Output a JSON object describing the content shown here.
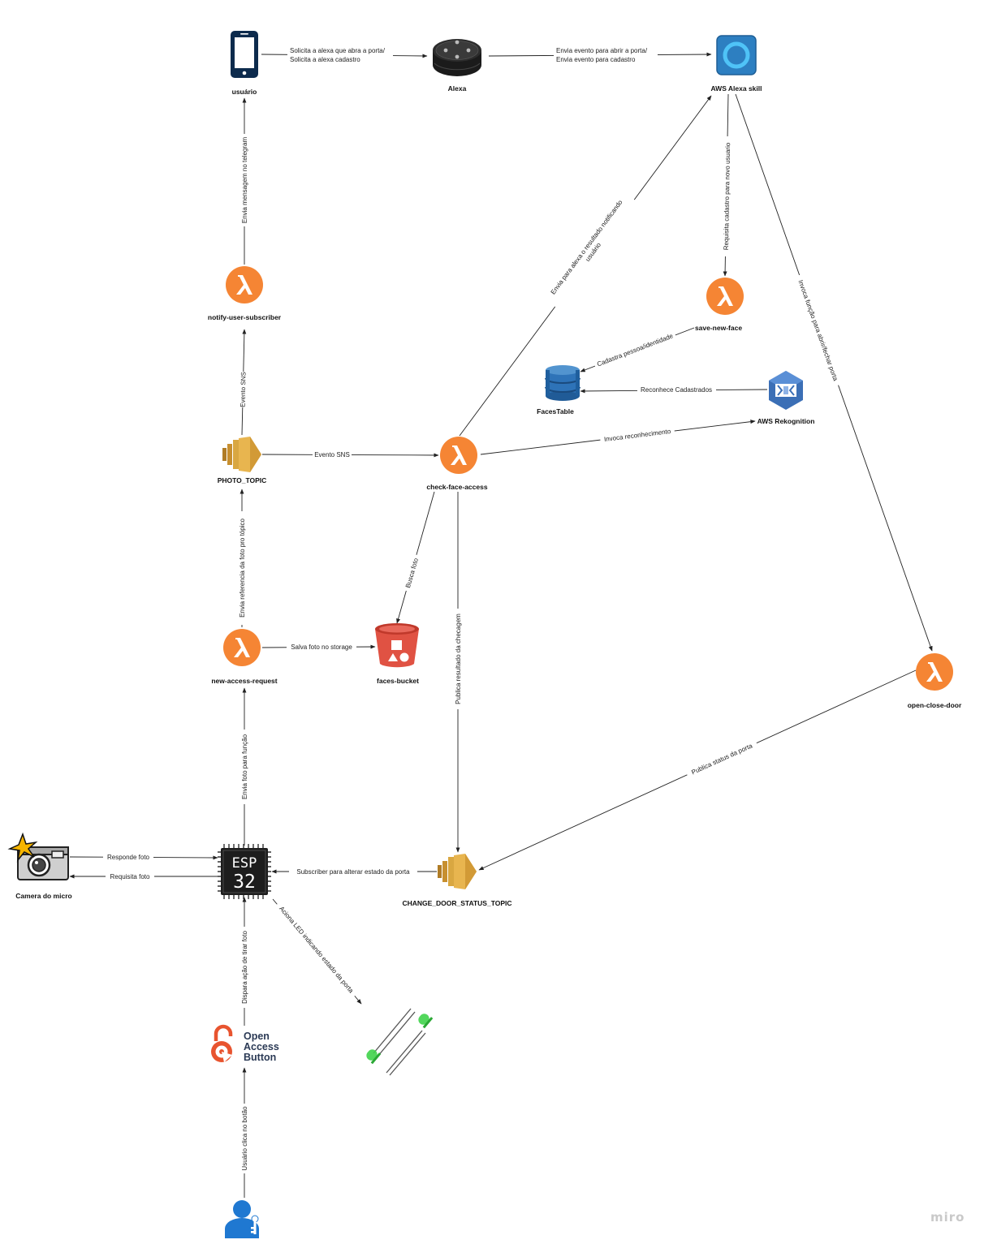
{
  "nodes": {
    "usuario": "usuário",
    "alexa": "Alexa",
    "alexa_skill": "AWS Alexa skill",
    "notify_user_subscriber": "notify-user-subscriber",
    "save_new_face": "save-new-face",
    "faces_table": "FacesTable",
    "rekognition": "AWS Rekognition",
    "photo_topic": "PHOTO_TOPIC",
    "check_face_access": "check-face-access",
    "new_access_request": "new-access-request",
    "faces_bucket": "faces-bucket",
    "open_close_door": "open-close-door",
    "camera": "Camera do micro",
    "esp32_line1": "ESP",
    "esp32_line2": "32",
    "change_door_status_topic": "CHANGE_DOOR_STATUS_TOPIC",
    "open_access_button": [
      "Open",
      "Access",
      "Button"
    ]
  },
  "edges": {
    "user_alexa_1": "Solicita a alexa que abra a porta/",
    "user_alexa_2": "Solicita a alexa cadastro",
    "alexa_skill_1": "Envia evento para abrir a porta/",
    "alexa_skill_2": "Envia evento para cadastro",
    "notify_to_user": "Envia mensagem no telegram",
    "skill_to_save": "Requisita cadastro para novo usuario",
    "skill_to_door": "Invoca função para abrir/fechar porta",
    "check_to_skill_1": "Envia para alexa o resultado notificando",
    "check_to_skill_2": "usuário",
    "save_to_table": "Cadastra pessoa/identidade",
    "rek_to_table": "Reconhece Cadastrados",
    "topic_to_notify": "Evento SNS",
    "topic_to_check": "Evento SNS",
    "check_to_rek": "Invoca reconhecimento",
    "check_to_bucket": "Busca foto",
    "check_to_change": "Publica resultado da checagem",
    "request_to_topic": "Envia referencia da foto pro tópico",
    "request_to_bucket": "Salva foto no storage",
    "esp_to_request": "Envia foto para função",
    "door_to_change": "Publica status da porta",
    "camera_to_esp": "Responde foto",
    "esp_to_camera": "Requisita foto",
    "change_to_esp": "Subscriber para alterar estado da porta",
    "esp_to_led": "Aciona LED indicando estado da porta",
    "button_to_esp": "Dispara ação de tirar foto",
    "user_to_button": "Usuário clica no botão"
  },
  "watermark": "miro",
  "colors": {
    "lambda": "#f58534",
    "sns": "#d9a741",
    "s3": "#e05243",
    "dynamodb": "#2e73b8",
    "rekognition": "#3b6fb6",
    "alexa_skill": "#2d7fc1",
    "phone": "#0d2b4d",
    "led": "#3fd34a"
  }
}
